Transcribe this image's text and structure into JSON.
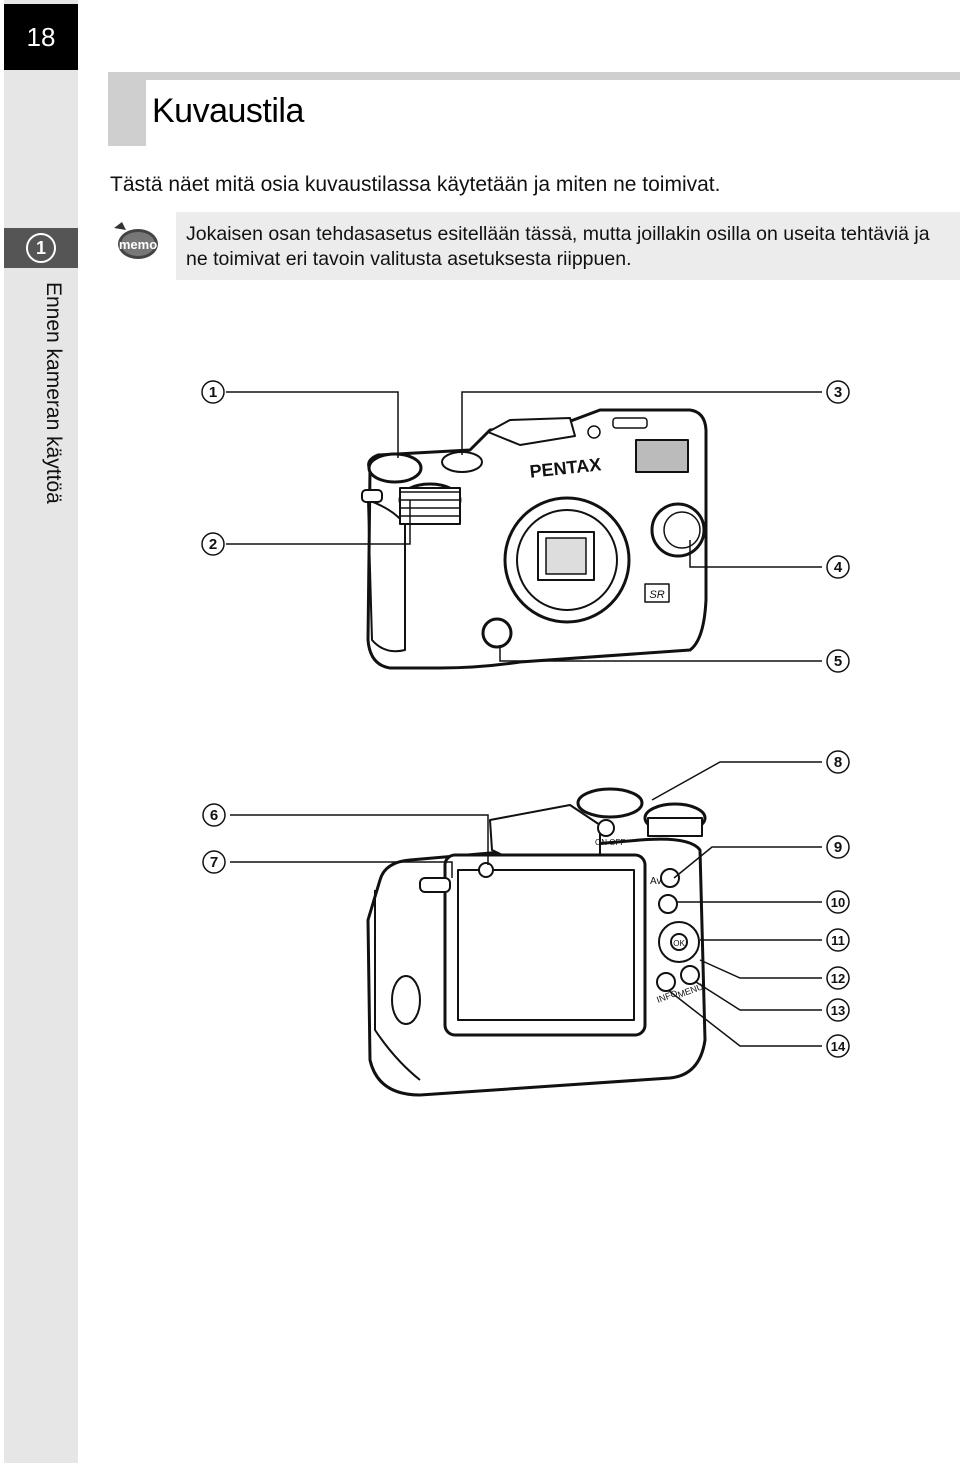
{
  "page": {
    "number": "18",
    "chapter_number": "1",
    "chapter_title": "Ennen kameran käyttöä"
  },
  "section": {
    "title": "Kuvaustila",
    "intro": "Tästä näet mitä osia kuvaustilassa käytetään ja miten ne toimivat."
  },
  "memo": {
    "icon": "memo-icon",
    "icon_text": "memo",
    "text": "Jokaisen osan tehdasasetus esitellään tässä, mutta joillakin osilla on useita tehtäviä ja ne toimivat eri tavoin valitusta asetuksesta riippuen."
  },
  "front_view": {
    "brand": "PENTAX",
    "callouts": [
      "1",
      "2",
      "3",
      "4",
      "5"
    ]
  },
  "back_view": {
    "labels": {
      "av": "Av",
      "info": "INFO",
      "menu": "MENU",
      "onoff": "ON OFF",
      "ok": "OK"
    },
    "callouts": [
      "6",
      "7",
      "8",
      "9",
      "10",
      "11",
      "12",
      "13",
      "14"
    ]
  }
}
